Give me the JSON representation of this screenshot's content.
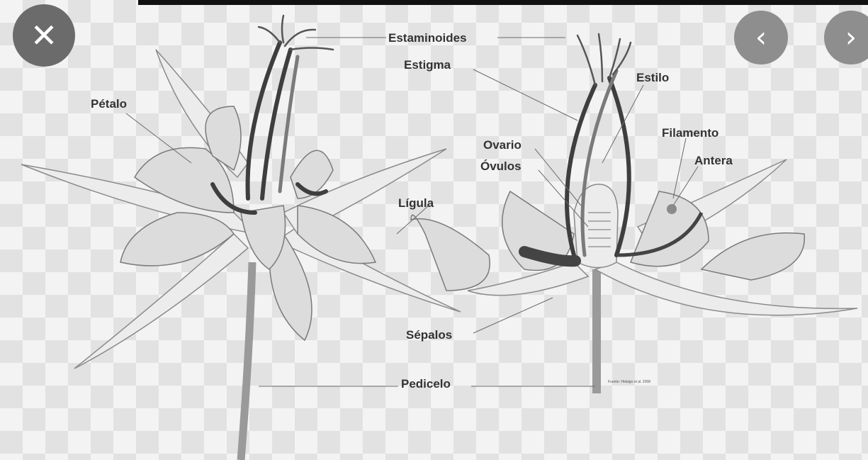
{
  "viewer": {
    "close_icon": "close-icon",
    "prev_icon": "chevron-left-icon",
    "next_icon": "chevron-right-icon"
  },
  "diagram": {
    "labels": {
      "estaminoides": "Estaminoides",
      "estigma": "Estigma",
      "estilo": "Estilo",
      "petalo": "Pétalo",
      "filamento": "Filamento",
      "antera": "Antera",
      "ovario": "Ovario",
      "ovulos": "Óvulos",
      "ligula": "Lígula",
      "sepalos": "Sépalos",
      "pedicelo": "Pedicelo"
    },
    "credit": "Fuente: Hidalgo et al. 2008"
  }
}
